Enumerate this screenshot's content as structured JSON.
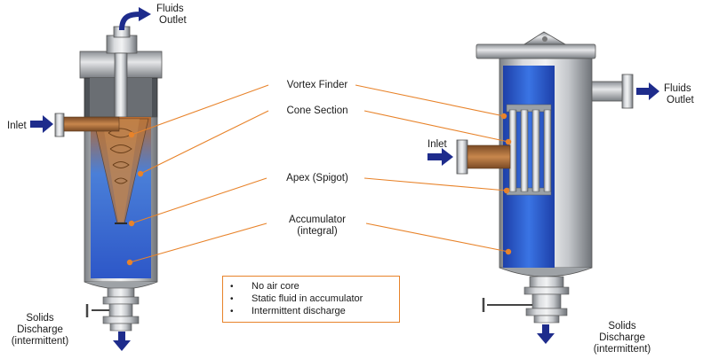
{
  "labels": {
    "fluids_outlet_left": [
      "Fluids",
      "Outlet"
    ],
    "fluids_outlet_right": [
      "Fluids",
      "Outlet"
    ],
    "inlet_left": "Inlet",
    "inlet_right": "Inlet",
    "vortex_finder": "Vortex Finder",
    "cone_section": "Cone Section",
    "apex": "Apex (Spigot)",
    "accumulator": [
      "Accumulator",
      "(integral)"
    ],
    "solids_discharge_left": [
      "Solids",
      "Discharge",
      "(intermittent)"
    ],
    "solids_discharge_right": [
      "Solids",
      "Discharge",
      "(intermittent)"
    ]
  },
  "notes": [
    "No air core",
    "Static fluid in accumulator",
    "Intermittent discharge"
  ],
  "colors": {
    "leader_line": "#e8832a",
    "marker_dot": "#e8832a",
    "flow_arrow": "#1e2c8c",
    "fluid_blue": "#2a5fd6",
    "steel": "#b9bcc0",
    "rust": "#a86b3c"
  },
  "icons": {
    "bullet": "•"
  }
}
